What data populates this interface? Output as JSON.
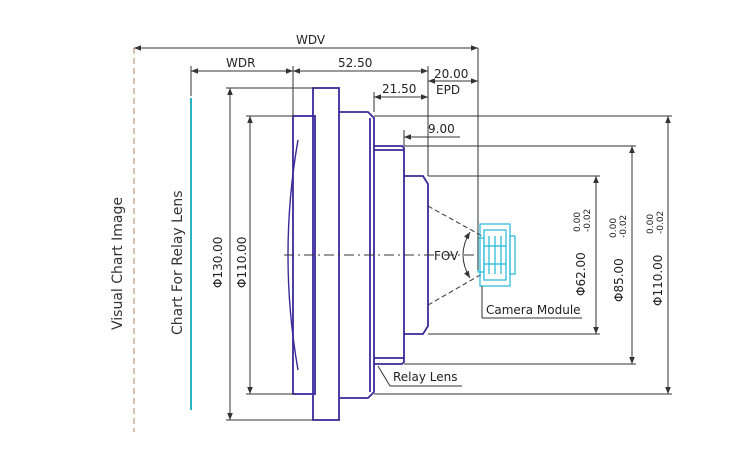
{
  "side_labels": {
    "visual_chart": "Visual Chart Image",
    "relay_chart": "Chart For Relay Lens"
  },
  "dimensions": {
    "wdv": "WDV",
    "wdr": "WDR",
    "d_52_50": "52.50",
    "d_20_00": "20.00",
    "epd": "EPD",
    "d_21_50": "21.50",
    "d_9_00": "9.00",
    "phi_130": "Φ130.00",
    "phi_110_inner": "Φ110.00",
    "phi_62": "Φ62.00",
    "phi_85": "Φ85.00",
    "phi_110_outer": "Φ110.00"
  },
  "tolerances": {
    "upper": "0.00",
    "lower": "-0.02"
  },
  "labels": {
    "fov": "FOV",
    "camera_module": "Camera Module",
    "relay_lens": "Relay Lens"
  },
  "colors": {
    "lens_outline": "#3a2a9a",
    "chart_line": "#2bb3c0",
    "camera": "#22b8d8",
    "dimension": "#333333"
  }
}
